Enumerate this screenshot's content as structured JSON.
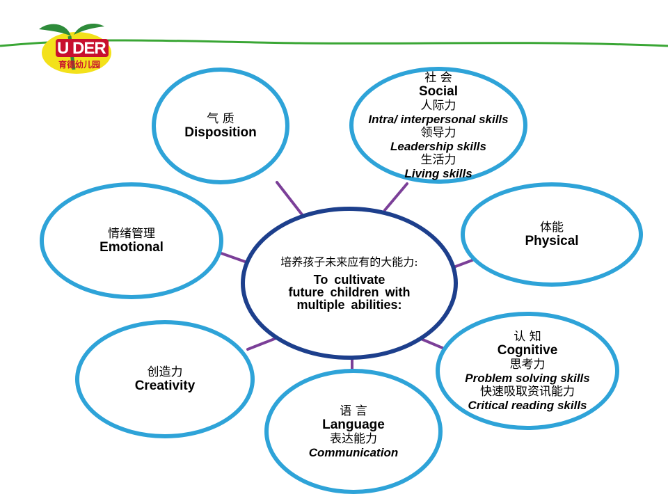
{
  "logo": {
    "brand": "U DER",
    "name_zh": "育德幼儿园",
    "colors": {
      "green": "#2e8b3a",
      "yellow": "#f3e11a",
      "red": "#c8102e"
    }
  },
  "colors": {
    "wave": "#3aa635",
    "node_border": "#2ea3d8",
    "center_border": "#1d3f8c",
    "connector": "#7b3f98"
  },
  "center": {
    "zh": "培养孩子未来应有的大能力:",
    "en_lines": [
      "To cultivate",
      "future children with",
      "multiple abilities:"
    ]
  },
  "nodes": {
    "disposition": {
      "zh": "气 质",
      "en": "Disposition"
    },
    "social": {
      "zh": "社 会",
      "en": "Social",
      "sub": [
        {
          "zh": "人际力",
          "en": "Intra/ interpersonal skills"
        },
        {
          "zh": "领导力",
          "en": "Leadership skills"
        },
        {
          "zh": "生活力",
          "en": "Living skills"
        }
      ]
    },
    "emotional": {
      "zh": "情绪管理",
      "en": "Emotional"
    },
    "physical": {
      "zh": "体能",
      "en": "Physical"
    },
    "creativity": {
      "zh": "创造力",
      "en": "Creativity"
    },
    "cognitive": {
      "zh": "认 知",
      "en": "Cognitive",
      "sub": [
        {
          "zh": "思考力",
          "en": "Problem solving skills"
        },
        {
          "zh": "快速吸取资讯能力",
          "en": "Critical reading skills"
        }
      ]
    },
    "language": {
      "zh": "语 言",
      "en": "Language",
      "sub": [
        {
          "zh": "表达能力",
          "en": "Communication"
        }
      ]
    }
  }
}
